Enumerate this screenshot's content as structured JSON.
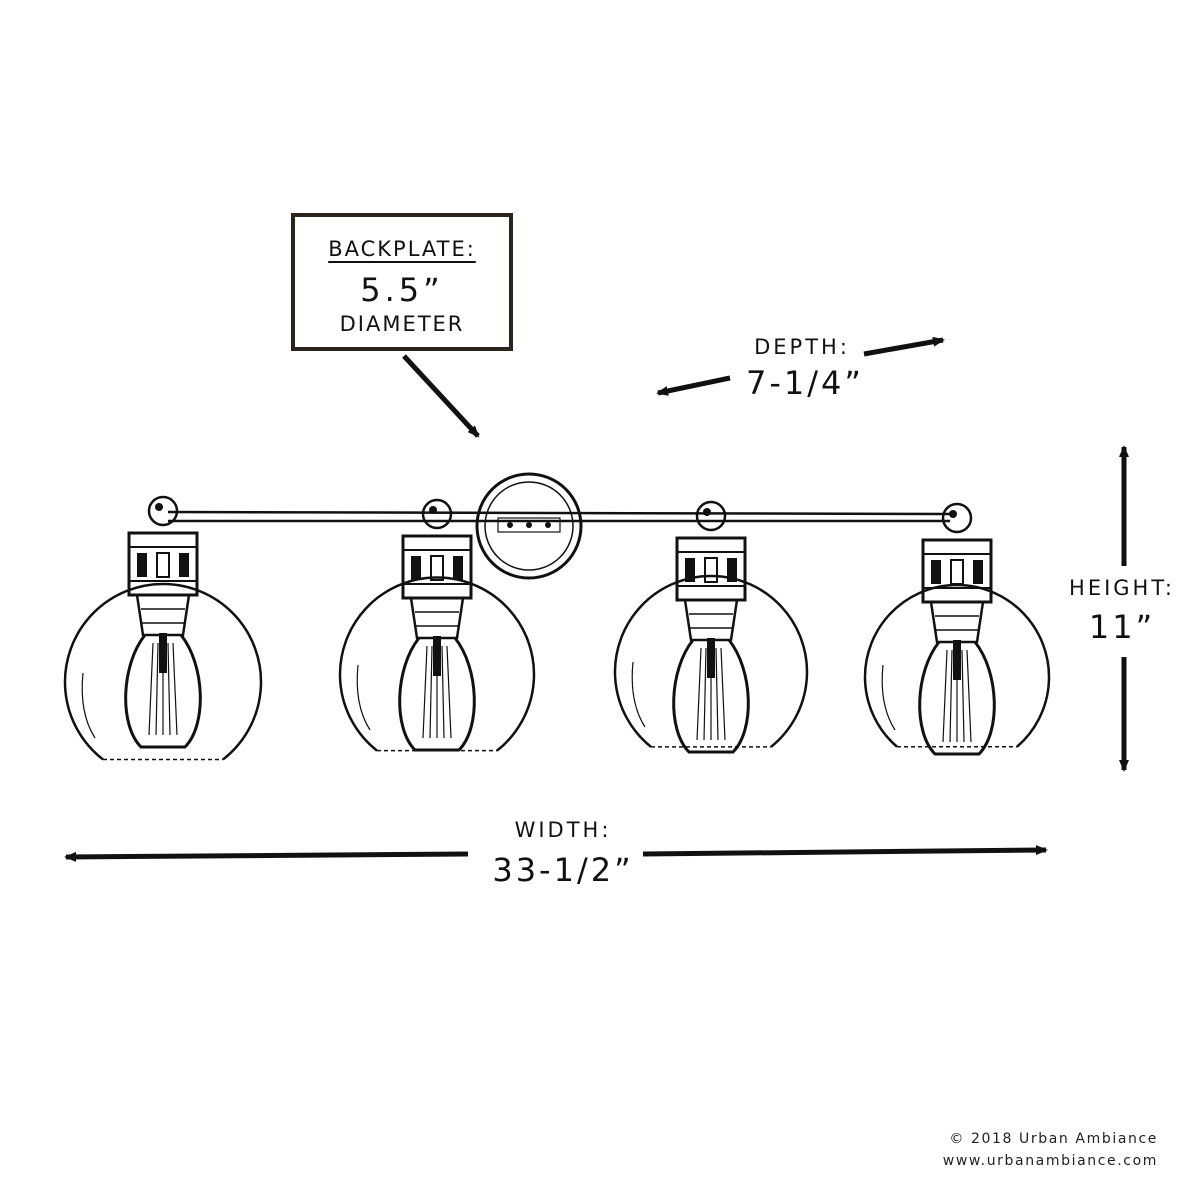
{
  "backplate": {
    "title": "BACKPLATE:",
    "value": "5.5”",
    "unit": "DIAMETER"
  },
  "depth": {
    "label": "DEPTH:",
    "value": "7-1/4”"
  },
  "height": {
    "label": "HEIGHT:",
    "value": "11”"
  },
  "width": {
    "label": "WIDTH:",
    "value": "33-1/2”"
  },
  "credit": {
    "copyright": "© 2018 Urban Ambiance",
    "website": "www.urbanambiance.com"
  },
  "fixture": {
    "light_count": 4,
    "bulb_type": "edison-bulb",
    "shade_type": "globe-glass-shade"
  },
  "colors": {
    "line": "#111111",
    "callout_border": "#2a241b",
    "background": "#ffffff"
  }
}
